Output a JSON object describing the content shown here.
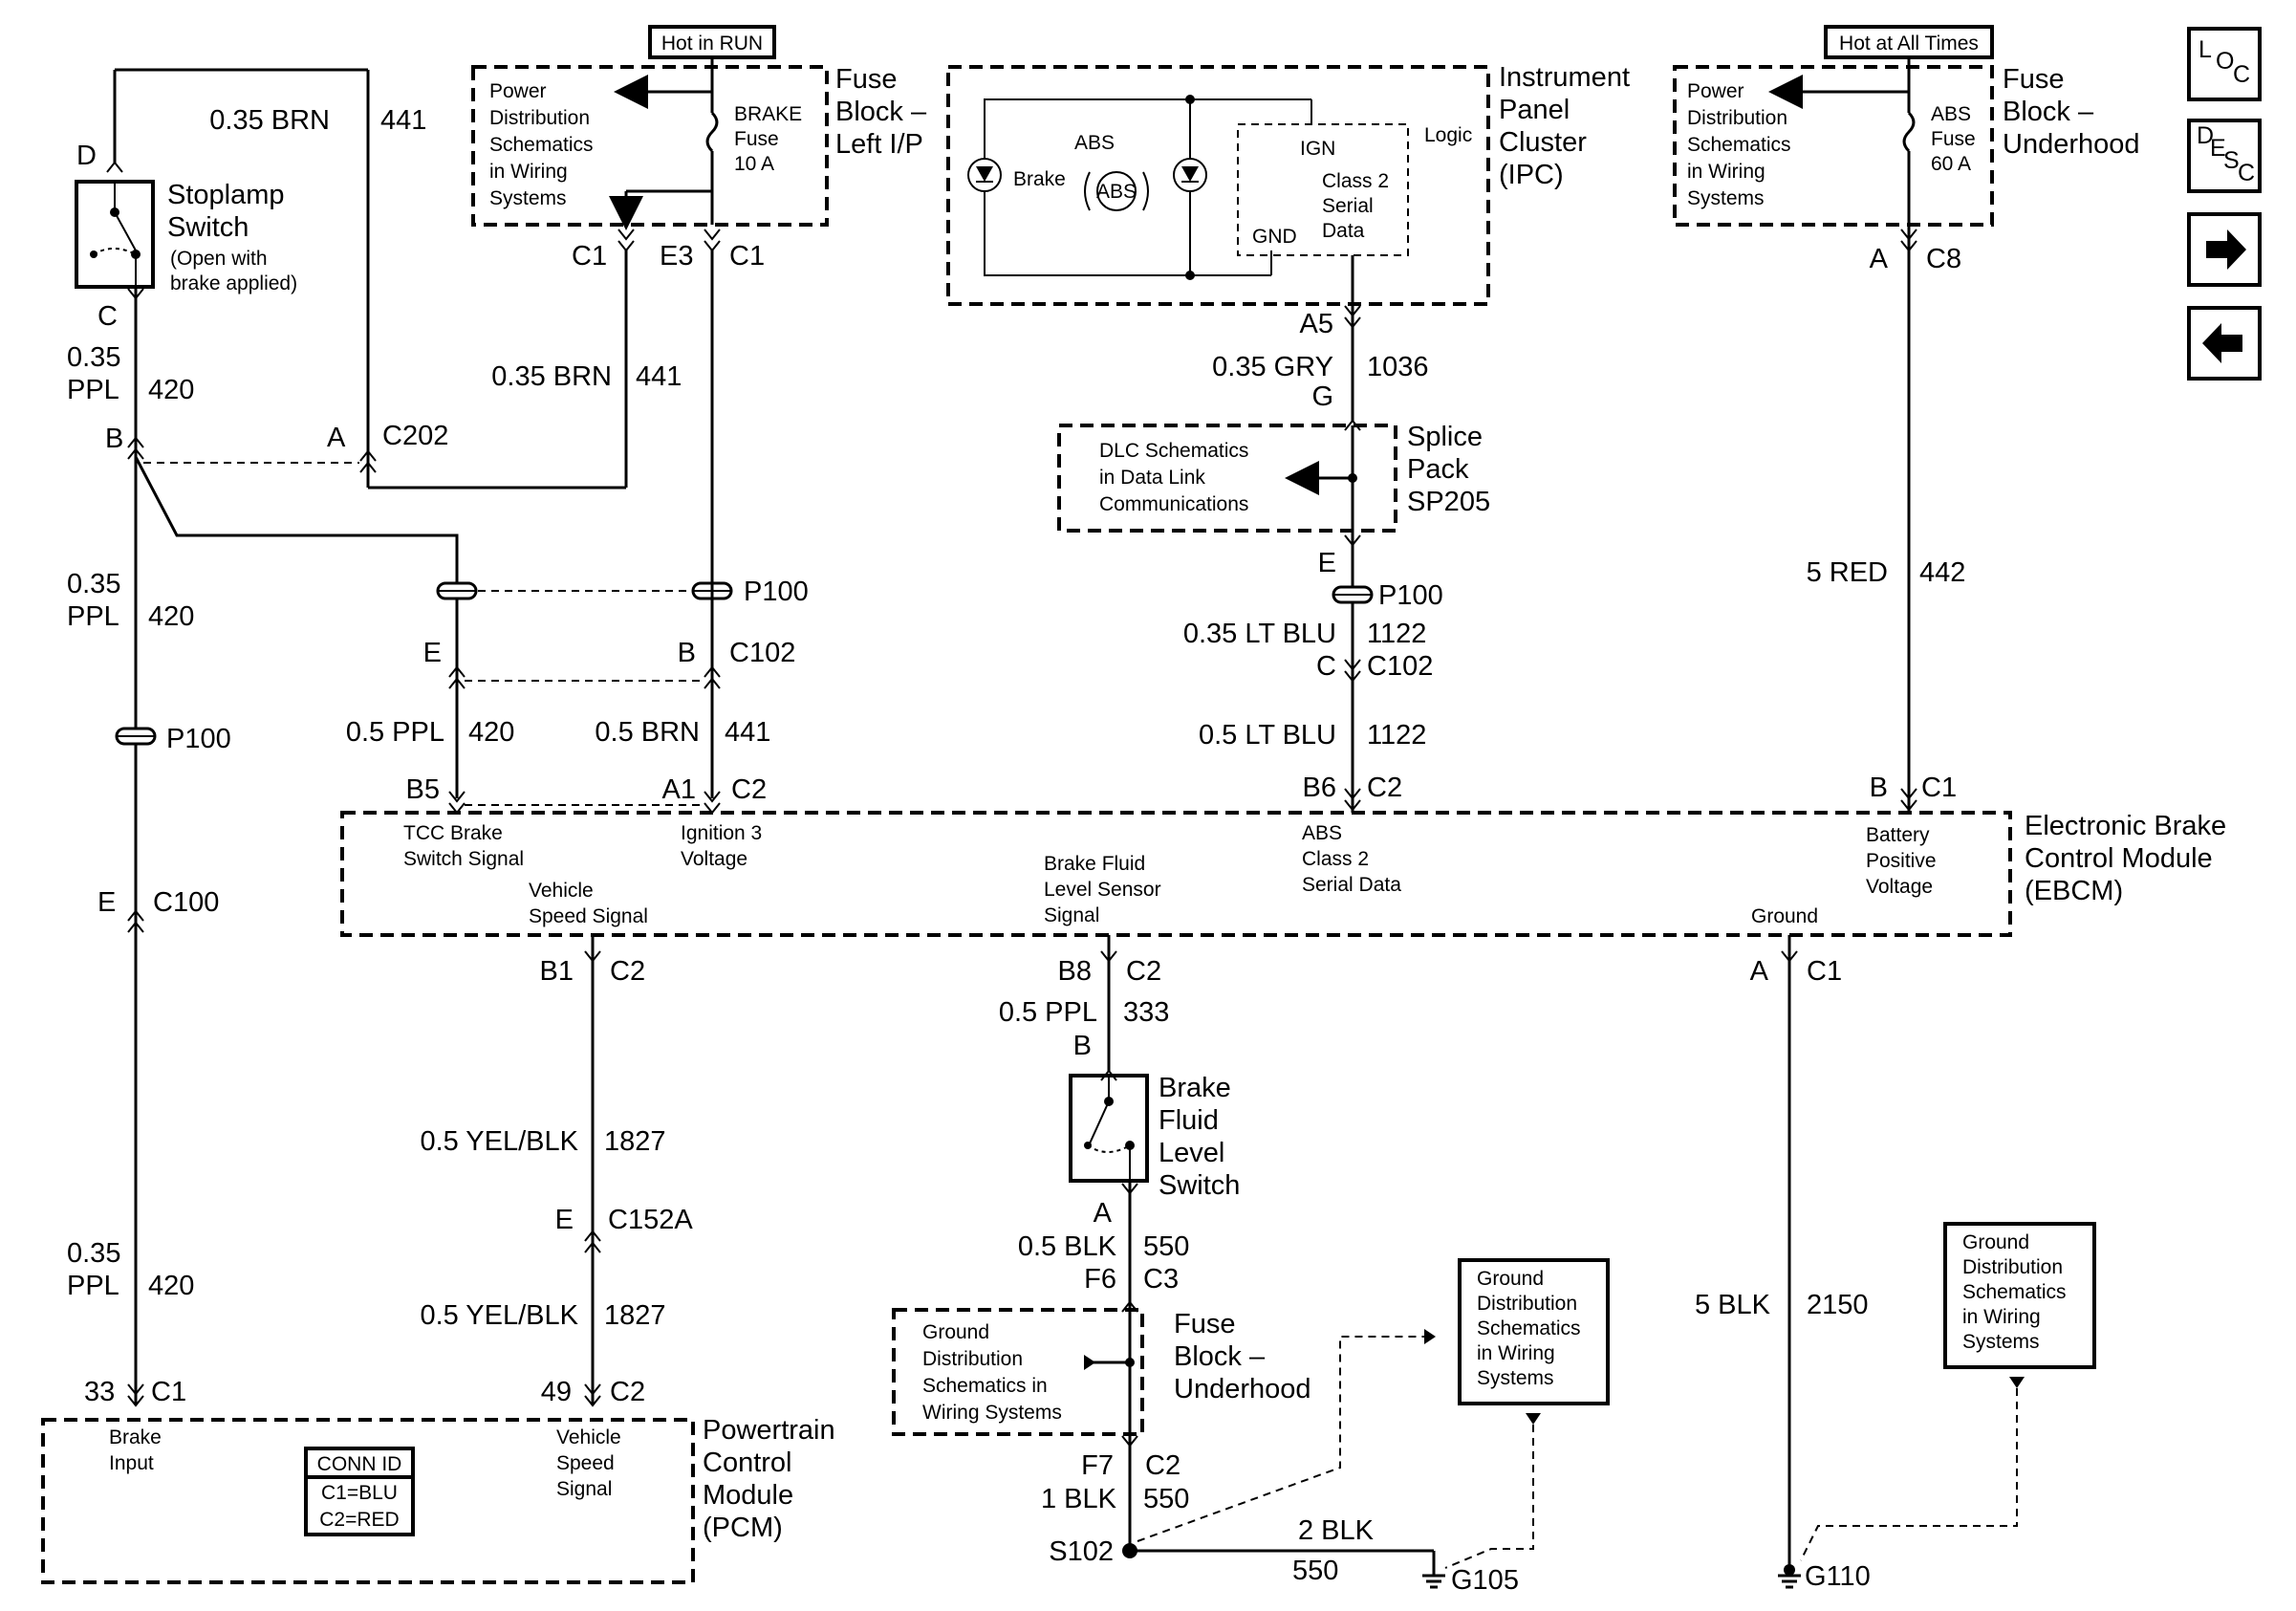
{
  "nav": {
    "loc": "LOC",
    "desc": "DESC",
    "next": "→",
    "prev": "←"
  },
  "labels": {
    "hot_run": "Hot in RUN",
    "hot_all": "Hot at All Times",
    "fuse_left_1": "Fuse",
    "fuse_left_2": "Block –",
    "fuse_left_3": "Left I/P",
    "fuse_under_1": "Fuse",
    "fuse_under_2": "Block –",
    "fuse_under_3": "Underhood",
    "fuse_mid_1": "Fuse",
    "fuse_mid_2": "Block –",
    "fuse_mid_3": "Underhood",
    "pd_l1": "Power",
    "pd_l2": "Distribution",
    "pd_l3": "Schematics",
    "pd_l4": "in Wiring",
    "pd_l5": "Systems",
    "brake_fuse_1": "BRAKE",
    "brake_fuse_2": "Fuse",
    "brake_fuse_3": "10 A",
    "abs_fuse_1": "ABS",
    "abs_fuse_2": "Fuse",
    "abs_fuse_3": "60 A",
    "ipc_1": "Instrument",
    "ipc_2": "Panel",
    "ipc_3": "Cluster",
    "ipc_4": "(IPC)",
    "ipc_abs": "ABS",
    "ipc_brake": "Brake",
    "ipc_abs_icon": "ABS",
    "ipc_ign": "IGN",
    "ipc_logic": "Logic",
    "ipc_c2_1": "Class 2",
    "ipc_c2_2": "Serial",
    "ipc_c2_3": "Data",
    "ipc_gnd": "GND",
    "stop_1": "Stoplamp",
    "stop_2": "Switch",
    "stop_3": "(Open with",
    "stop_4": "brake applied)",
    "splice_1": "Splice",
    "splice_2": "Pack",
    "splice_3": "SP205",
    "dlc_1": "DLC Schematics",
    "dlc_2": "in Data Link",
    "dlc_3": "Communications",
    "ebcm_1": "Electronic Brake",
    "ebcm_2": "Control Module",
    "ebcm_3": "(EBCM)",
    "tcc_1": "TCC Brake",
    "tcc_2": "Switch Signal",
    "ign3_1": "Ignition 3",
    "ign3_2": "Voltage",
    "vss_1": "Vehicle",
    "vss_2": "Speed Signal",
    "bfl_1": "Brake Fluid",
    "bfl_2": "Level Sensor",
    "bfl_3": "Signal",
    "abs2_1": "ABS",
    "abs2_2": "Class 2",
    "abs2_3": "Serial Data",
    "bat_1": "Battery",
    "bat_2": "Positive",
    "bat_3": "Voltage",
    "gnd_label": "Ground",
    "bfls_1": "Brake",
    "bfls_2": "Fluid",
    "bfls_3": "Level",
    "bfls_4": "Switch",
    "gd_1": "Ground",
    "gd_2": "Distribution",
    "gd_3": "Schematics in",
    "gd_3b": "Schematics",
    "gd_4": "Wiring Systems",
    "gd_4b": "in Wiring",
    "gd_5": "Systems",
    "pcm_1": "Powertrain",
    "pcm_2": "Control",
    "pcm_3": "Module",
    "pcm_4": "(PCM)",
    "brake_in_1": "Brake",
    "brake_in_2": "Input",
    "vs_1": "Vehicle",
    "vs_2": "Speed",
    "vs_3": "Signal",
    "conn_1": "CONN ID",
    "conn_2": "C1=BLU",
    "conn_3": "C2=RED",
    "g105": "G105",
    "g110": "G110",
    "s102": "S102"
  },
  "wires": {
    "w035brn": "0.35 BRN",
    "c441": "441",
    "w035ppl_a": "0.35",
    "w035ppl_b": "PPL",
    "c420": "420",
    "w05ppl": "0.5 PPL",
    "w05brn": "0.5 BRN",
    "w035gry": "0.35 GRY",
    "c1036": "1036",
    "w035ltblu": "0.35 LT BLU",
    "c1122": "1122",
    "w05ltblu": "0.5 LT BLU",
    "w5red": "5 RED",
    "c442": "442",
    "c333": "333",
    "w05yelblk": "0.5 YEL/BLK",
    "c1827": "1827",
    "w05blk": "0.5 BLK",
    "c550": "550",
    "w1blk": "1 BLK",
    "w2blk": "2 BLK",
    "w5blk": "5 BLK",
    "c2150": "2150"
  },
  "conn": {
    "D": "D",
    "C": "C",
    "B": "B",
    "A": "A",
    "E": "E",
    "G": "G",
    "C1": "C1",
    "C2": "C2",
    "C3": "C3",
    "C8": "C8",
    "E3": "E3",
    "C100": "C100",
    "C102": "C102",
    "C202": "C202",
    "C152A": "C152A",
    "P100": "P100",
    "A1": "A1",
    "A5": "A5",
    "B1": "B1",
    "B5": "B5",
    "B6": "B6",
    "B8": "B8",
    "F6": "F6",
    "F7": "F7",
    "p33": "33",
    "p49": "49"
  }
}
